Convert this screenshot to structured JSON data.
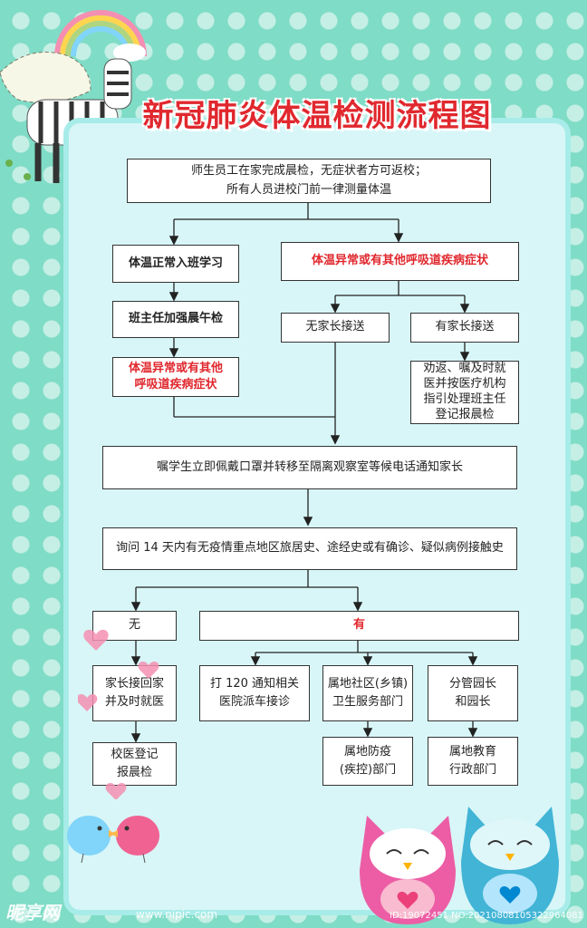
{
  "title": "新冠肺炎体温检测流程图",
  "nodes": {
    "start": "师生员工在家完成晨检，无症状者方可返校；\n所有人员进校门前一律测量体温",
    "normal": "体温正常入班学习",
    "abnormal": "体温异常或有其他呼吸道疾病症状",
    "teacher_check": "班主任加强晨午检",
    "abnormal_class": "体温异常或有其他\n呼吸道疾病症状",
    "no_parent": "无家长接送",
    "with_parent": "有家长接送",
    "with_parent_action": "劝返、嘱及时就\n医并按医疗机构\n指引处理班主任\n登记报晨检",
    "isolate": "嘱学生立即佩戴口罩并转移至隔离观察室等候电话通知家长",
    "inquiry": "询问 14 天内有无疫情重点地区旅居史、途经史或有确诊、疑似病例接触史",
    "no": "无",
    "yes": "有",
    "go_home": "家长接回家\n并及时就医",
    "school_doctor": "校医登记\n报晨检",
    "call_120": "打 120 通知相关\n医院派车接诊",
    "community": "属地社区(乡镇)\n卫生服务部门",
    "director": "分管园长\n和园长",
    "cdc": "属地防疫\n(疾控)部门",
    "education": "属地教育\n行政部门"
  },
  "watermark": {
    "logo": "昵享网",
    "url": "www.nipic.com",
    "id": "ID:19072451 NO:20210808105322964081"
  },
  "colors": {
    "background": "#7fdcc6",
    "panel": "#d8f6f7",
    "title": "#e0282e",
    "alert_text": "#e0282e"
  }
}
